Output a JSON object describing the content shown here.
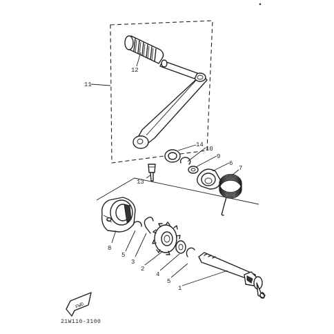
{
  "callouts": {
    "p1": "1",
    "p2": "2",
    "p3": "3",
    "p4": "4",
    "p5a": "5",
    "p5b": "5",
    "p6": "6",
    "p7": "7",
    "p8": "8",
    "p9": "9",
    "p10": "10",
    "p11": "11",
    "p12": "12",
    "p13": "13",
    "p14": "14"
  },
  "fwd_label": "FWD",
  "diagram_code": "21W110-3100",
  "icons": {
    "direction": "fwd-arrow-icon"
  }
}
